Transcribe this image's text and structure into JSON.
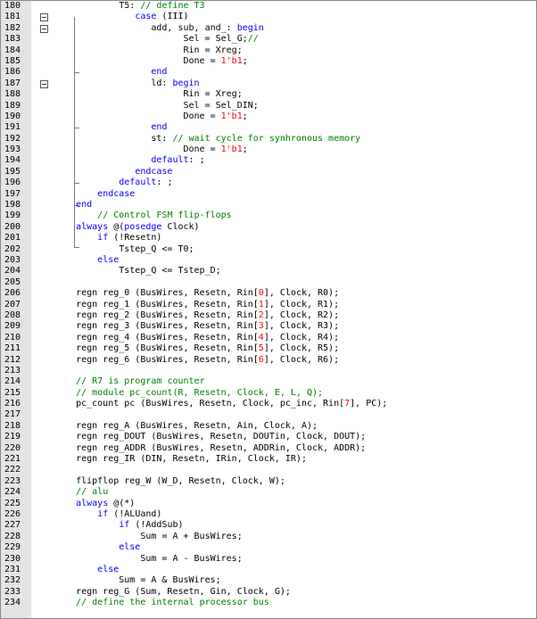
{
  "editor": {
    "lines": [
      {
        "n": "180",
        "tokens": [
          {
            "t": "            T5: "
          },
          {
            "t": "// define T3",
            "c": "cm"
          }
        ]
      },
      {
        "n": "181",
        "fold": "open",
        "tokens": [
          {
            "t": "               "
          },
          {
            "t": "case",
            "c": "kw"
          },
          {
            "t": " (III)"
          }
        ]
      },
      {
        "n": "182",
        "fold": "open",
        "tokens": [
          {
            "t": "                  add, sub, and_: "
          },
          {
            "t": "begin",
            "c": "kw"
          }
        ]
      },
      {
        "n": "183",
        "tokens": [
          {
            "t": "                        Sel = Sel_G;"
          },
          {
            "t": "//",
            "c": "cm"
          }
        ]
      },
      {
        "n": "184",
        "tokens": [
          {
            "t": "                        Rin = Xreg;"
          }
        ]
      },
      {
        "n": "185",
        "tokens": [
          {
            "t": "                        Done = "
          },
          {
            "t": "1'b1",
            "c": "nm"
          },
          {
            "t": ";"
          }
        ]
      },
      {
        "n": "186",
        "tokens": [
          {
            "t": "                  "
          },
          {
            "t": "end",
            "c": "kw"
          }
        ]
      },
      {
        "n": "187",
        "fold": "open",
        "tokens": [
          {
            "t": "                  ld: "
          },
          {
            "t": "begin",
            "c": "kw"
          }
        ]
      },
      {
        "n": "188",
        "tokens": [
          {
            "t": "                        Rin = Xreg;"
          }
        ]
      },
      {
        "n": "189",
        "tokens": [
          {
            "t": "                        Sel = Sel_DIN;"
          }
        ]
      },
      {
        "n": "190",
        "tokens": [
          {
            "t": "                        Done = "
          },
          {
            "t": "1'b1",
            "c": "nm"
          },
          {
            "t": ";"
          }
        ]
      },
      {
        "n": "191",
        "tokens": [
          {
            "t": "                  "
          },
          {
            "t": "end",
            "c": "kw"
          }
        ]
      },
      {
        "n": "192",
        "tokens": [
          {
            "t": "                  st: "
          },
          {
            "t": "// wait cycle for synhronous memory",
            "c": "cm"
          }
        ]
      },
      {
        "n": "193",
        "tokens": [
          {
            "t": "                        Done = "
          },
          {
            "t": "1'b1",
            "c": "nm"
          },
          {
            "t": ";"
          }
        ]
      },
      {
        "n": "194",
        "tokens": [
          {
            "t": "                  "
          },
          {
            "t": "default",
            "c": "kw"
          },
          {
            "t": ": ;"
          }
        ]
      },
      {
        "n": "195",
        "tokens": [
          {
            "t": "               "
          },
          {
            "t": "endcase",
            "c": "kw"
          }
        ]
      },
      {
        "n": "196",
        "tokens": [
          {
            "t": "            "
          },
          {
            "t": "default",
            "c": "kw"
          },
          {
            "t": ": ;"
          }
        ]
      },
      {
        "n": "197",
        "tokens": [
          {
            "t": "        "
          },
          {
            "t": "endcase",
            "c": "kw"
          }
        ]
      },
      {
        "n": "198",
        "tokens": [
          {
            "t": "    "
          },
          {
            "t": "end",
            "c": "kw"
          }
        ]
      },
      {
        "n": "199",
        "tokens": [
          {
            "t": "        "
          },
          {
            "t": "// Control FSM flip-flops",
            "c": "cm"
          }
        ]
      },
      {
        "n": "200",
        "tokens": [
          {
            "t": "    "
          },
          {
            "t": "always",
            "c": "kw"
          },
          {
            "t": " @("
          },
          {
            "t": "posedge",
            "c": "kw"
          },
          {
            "t": " Clock)"
          }
        ]
      },
      {
        "n": "201",
        "tokens": [
          {
            "t": "        "
          },
          {
            "t": "if",
            "c": "kw"
          },
          {
            "t": " (!Resetn)"
          }
        ]
      },
      {
        "n": "202",
        "tokens": [
          {
            "t": "            Tstep_Q <= T0;"
          }
        ]
      },
      {
        "n": "203",
        "tokens": [
          {
            "t": "        "
          },
          {
            "t": "else",
            "c": "kw"
          }
        ]
      },
      {
        "n": "204",
        "tokens": [
          {
            "t": "            Tstep_Q <= Tstep_D;"
          }
        ]
      },
      {
        "n": "205",
        "tokens": [
          {
            "t": ""
          }
        ]
      },
      {
        "n": "206",
        "tokens": [
          {
            "t": "    regn reg_0 (BusWires, Resetn, Rin["
          },
          {
            "t": "0",
            "c": "nm"
          },
          {
            "t": "], Clock, R0);"
          }
        ]
      },
      {
        "n": "207",
        "tokens": [
          {
            "t": "    regn reg_1 (BusWires, Resetn, Rin["
          },
          {
            "t": "1",
            "c": "nm"
          },
          {
            "t": "], Clock, R1);"
          }
        ]
      },
      {
        "n": "208",
        "tokens": [
          {
            "t": "    regn reg_2 (BusWires, Resetn, Rin["
          },
          {
            "t": "2",
            "c": "nm"
          },
          {
            "t": "], Clock, R2);"
          }
        ]
      },
      {
        "n": "209",
        "tokens": [
          {
            "t": "    regn reg_3 (BusWires, Resetn, Rin["
          },
          {
            "t": "3",
            "c": "nm"
          },
          {
            "t": "], Clock, R3);"
          }
        ]
      },
      {
        "n": "210",
        "tokens": [
          {
            "t": "    regn reg_4 (BusWires, Resetn, Rin["
          },
          {
            "t": "4",
            "c": "nm"
          },
          {
            "t": "], Clock, R4);"
          }
        ]
      },
      {
        "n": "211",
        "tokens": [
          {
            "t": "    regn reg_5 (BusWires, Resetn, Rin["
          },
          {
            "t": "5",
            "c": "nm"
          },
          {
            "t": "], Clock, R5);"
          }
        ]
      },
      {
        "n": "212",
        "tokens": [
          {
            "t": "    regn reg_6 (BusWires, Resetn, Rin["
          },
          {
            "t": "6",
            "c": "nm"
          },
          {
            "t": "], Clock, R6);"
          }
        ]
      },
      {
        "n": "213",
        "tokens": [
          {
            "t": ""
          }
        ]
      },
      {
        "n": "214",
        "tokens": [
          {
            "t": "    "
          },
          {
            "t": "// R7 is program counter",
            "c": "cm"
          }
        ]
      },
      {
        "n": "215",
        "tokens": [
          {
            "t": "    "
          },
          {
            "t": "// module pc_count(R, Resetn, Clock, E, L, Q);",
            "c": "cm"
          }
        ]
      },
      {
        "n": "216",
        "tokens": [
          {
            "t": "    pc_count pc (BusWires, Resetn, Clock, pc_inc, Rin["
          },
          {
            "t": "7",
            "c": "nm"
          },
          {
            "t": "], PC);"
          }
        ]
      },
      {
        "n": "217",
        "tokens": [
          {
            "t": ""
          }
        ]
      },
      {
        "n": "218",
        "tokens": [
          {
            "t": "    regn reg_A (BusWires, Resetn, Ain, Clock, A);"
          }
        ]
      },
      {
        "n": "219",
        "tokens": [
          {
            "t": "    regn reg_DOUT (BusWires, Resetn, DOUTin, Clock, DOUT);"
          }
        ]
      },
      {
        "n": "220",
        "tokens": [
          {
            "t": "    regn reg_ADDR (BusWires, Resetn, ADDRin, Clock, ADDR);"
          }
        ]
      },
      {
        "n": "221",
        "tokens": [
          {
            "t": "    regn reg_IR (DIN, Resetn, IRin, Clock, IR);"
          }
        ]
      },
      {
        "n": "222",
        "tokens": [
          {
            "t": ""
          }
        ]
      },
      {
        "n": "223",
        "tokens": [
          {
            "t": "    flipflop reg_W (W_D, Resetn, Clock, W);"
          }
        ]
      },
      {
        "n": "224",
        "tokens": [
          {
            "t": "    "
          },
          {
            "t": "// alu",
            "c": "cm"
          }
        ]
      },
      {
        "n": "225",
        "tokens": [
          {
            "t": "    "
          },
          {
            "t": "always",
            "c": "kw"
          },
          {
            "t": " @(*)"
          }
        ]
      },
      {
        "n": "226",
        "tokens": [
          {
            "t": "        "
          },
          {
            "t": "if",
            "c": "kw"
          },
          {
            "t": " (!ALUand)"
          }
        ]
      },
      {
        "n": "227",
        "tokens": [
          {
            "t": "            "
          },
          {
            "t": "if",
            "c": "kw"
          },
          {
            "t": " (!AddSub)"
          }
        ]
      },
      {
        "n": "228",
        "tokens": [
          {
            "t": "                Sum = A + BusWires;"
          }
        ]
      },
      {
        "n": "229",
        "tokens": [
          {
            "t": "            "
          },
          {
            "t": "else",
            "c": "kw"
          }
        ]
      },
      {
        "n": "230",
        "tokens": [
          {
            "t": "                Sum = A - BusWires;"
          }
        ]
      },
      {
        "n": "231",
        "tokens": [
          {
            "t": "        "
          },
          {
            "t": "else",
            "c": "kw"
          }
        ]
      },
      {
        "n": "232",
        "tokens": [
          {
            "t": "            Sum = A & BusWires;"
          }
        ]
      },
      {
        "n": "233",
        "tokens": [
          {
            "t": "    regn reg_G (Sum, Resetn, Gin, Clock, G);"
          }
        ]
      },
      {
        "n": "234",
        "tokens": [
          {
            "t": "    "
          },
          {
            "t": "// define the internal processor bus",
            "c": "cm"
          }
        ]
      }
    ]
  }
}
